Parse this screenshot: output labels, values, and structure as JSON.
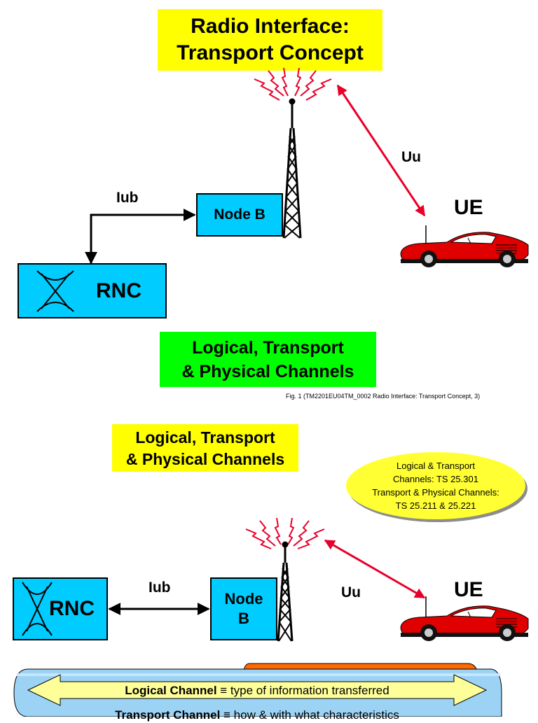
{
  "top": {
    "title_line1": "Radio Interface:",
    "title_line2": "Transport Concept",
    "iub_label": "Iub",
    "uu_label": "Uu",
    "ue_label": "UE",
    "nodeb_label": "Node B",
    "rnc_label": "RNC",
    "channels_line1": "Logical, Transport",
    "channels_line2": "& Physical Channels",
    "caption": "Fig. 1 (TM2201EU04TM_0002 Radio Interface: Transport Concept, 3)"
  },
  "bottom": {
    "title_line1": "Logical, Transport",
    "title_line2": "& Physical Channels",
    "spec_line1": "Logical & Transport",
    "spec_line2": "Channels: TS 25.301",
    "spec_line3": "Transport & Physical Channels:",
    "spec_line4": "TS 25.211 & 25.221",
    "iub_label": "Iub",
    "uu_label": "Uu",
    "ue_label": "UE",
    "nodeb_line1": "Node",
    "nodeb_line2": "B",
    "rnc_label": "RNC",
    "logical_term": "Logical Channel",
    "logical_def": " ≡ type of information transferred",
    "transport_term": "Transport Channel",
    "transport_def": " ≡ how & with what characteristics"
  },
  "colors": {
    "yellow": "#ffff00",
    "green": "#00ff00",
    "cyan": "#00ccff",
    "red_arrow": "#e8002a",
    "car_red": "#e00000"
  }
}
